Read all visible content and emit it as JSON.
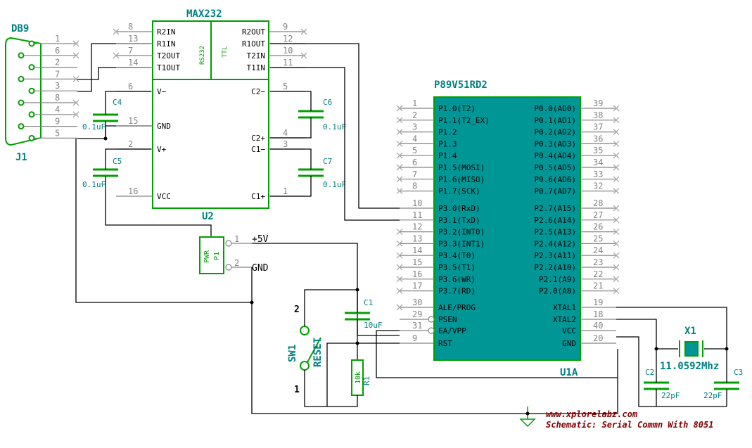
{
  "db9": {
    "title": "DB9",
    "ref": "J1",
    "pins": [
      "1",
      "6",
      "2",
      "7",
      "3",
      "8",
      "4",
      "9",
      "5"
    ]
  },
  "max232": {
    "title": "MAX232",
    "ref": "U2",
    "side_left": "RS232",
    "side_right": "TTL",
    "left_pins": [
      {
        "num": "8",
        "name": "R2IN"
      },
      {
        "num": "13",
        "name": "R1IN"
      },
      {
        "num": "7",
        "name": "T2OUT"
      },
      {
        "num": "14",
        "name": "T1OUT"
      },
      {
        "num": "6",
        "name": "V−"
      },
      {
        "num": "15",
        "name": "GND"
      },
      {
        "num": "2",
        "name": "V+"
      },
      {
        "num": "16",
        "name": "VCC"
      }
    ],
    "right_pins": [
      {
        "num": "9",
        "name": "R2OUT"
      },
      {
        "num": "12",
        "name": "R1OUT"
      },
      {
        "num": "10",
        "name": "T2IN"
      },
      {
        "num": "11",
        "name": "T1IN"
      },
      {
        "num": "5",
        "name": "C2−"
      },
      {
        "num": "4",
        "name": "C2+"
      },
      {
        "num": "3",
        "name": "C1−"
      },
      {
        "num": "1",
        "name": "C1+"
      }
    ]
  },
  "mcu": {
    "title": "P89V51RD2",
    "ref": "U1A",
    "left_pins": [
      {
        "num": "1",
        "name": "P1.0(T2)"
      },
      {
        "num": "2",
        "name": "P1.1(T2_EX)"
      },
      {
        "num": "3",
        "name": "P1.2"
      },
      {
        "num": "4",
        "name": "P1.3"
      },
      {
        "num": "5",
        "name": "P1.4"
      },
      {
        "num": "6",
        "name": "P1.5(MOSI)"
      },
      {
        "num": "7",
        "name": "P1.6(MISO)"
      },
      {
        "num": "8",
        "name": "P1.7(SCK)"
      },
      {
        "num": "10",
        "name": "P3.0(RxD)"
      },
      {
        "num": "11",
        "name": "P3.1(TxD)"
      },
      {
        "num": "12",
        "name": "P3.2(INT0)"
      },
      {
        "num": "13",
        "name": "P3.3(INT1)"
      },
      {
        "num": "14",
        "name": "P3.4(T0)"
      },
      {
        "num": "15",
        "name": "P3.5(T1)"
      },
      {
        "num": "16",
        "name": "P3.6(WR)"
      },
      {
        "num": "17",
        "name": "P3.7(RD)"
      },
      {
        "num": "30",
        "name": "ALE/PROG"
      },
      {
        "num": "29",
        "name": "PSEN"
      },
      {
        "num": "31",
        "name": "EA/VPP"
      },
      {
        "num": "9",
        "name": "RST"
      }
    ],
    "right_pins": [
      {
        "num": "39",
        "name": "P0.0(AD0)"
      },
      {
        "num": "38",
        "name": "P0.1(AD1)"
      },
      {
        "num": "37",
        "name": "P0.2(AD2)"
      },
      {
        "num": "36",
        "name": "P0.3(AD3)"
      },
      {
        "num": "35",
        "name": "P0.4(AD4)"
      },
      {
        "num": "34",
        "name": "P0.5(AD5)"
      },
      {
        "num": "33",
        "name": "P0.6(AD6)"
      },
      {
        "num": "32",
        "name": "P0.7(AD7)"
      },
      {
        "num": "28",
        "name": "P2.7(A15)"
      },
      {
        "num": "27",
        "name": "P2.6(A14)"
      },
      {
        "num": "26",
        "name": "P2.5(A13)"
      },
      {
        "num": "25",
        "name": "P2.4(A12)"
      },
      {
        "num": "24",
        "name": "P2.3(A11)"
      },
      {
        "num": "23",
        "name": "P2.2(A10)"
      },
      {
        "num": "22",
        "name": "P2.1(A9)"
      },
      {
        "num": "21",
        "name": "P2.0(A8)"
      },
      {
        "num": "19",
        "name": "XTAL1"
      },
      {
        "num": "18",
        "name": "XTAL2"
      },
      {
        "num": "40",
        "name": "VCC"
      },
      {
        "num": "20",
        "name": "GND"
      }
    ]
  },
  "caps": {
    "c4": {
      "ref": "C4",
      "value": "0.1uF"
    },
    "c5": {
      "ref": "C5",
      "value": "0.1uF"
    },
    "c6": {
      "ref": "C6",
      "value": "0.1uF"
    },
    "c7": {
      "ref": "C7",
      "value": "0.1uF"
    },
    "c1": {
      "ref": "C1",
      "value": "10uF"
    },
    "c2": {
      "ref": "C2",
      "value": "22pF"
    },
    "c3": {
      "ref": "C3",
      "value": "22pF"
    }
  },
  "power": {
    "ref": "P1",
    "label": "PWR",
    "pin1": "1",
    "pin2": "2",
    "net_vcc": "+5V",
    "net_gnd": "GND"
  },
  "reset": {
    "ref": "SW1",
    "label": "RESET",
    "pin1": "1",
    "pin2": "2"
  },
  "resistor": {
    "ref": "R1",
    "value": "10k"
  },
  "crystal": {
    "ref": "X1",
    "value": "11.0592Mhz"
  },
  "credit": {
    "site": "www.xplorelabz.com",
    "title": "Schematic: Serial Commn With 8051"
  }
}
